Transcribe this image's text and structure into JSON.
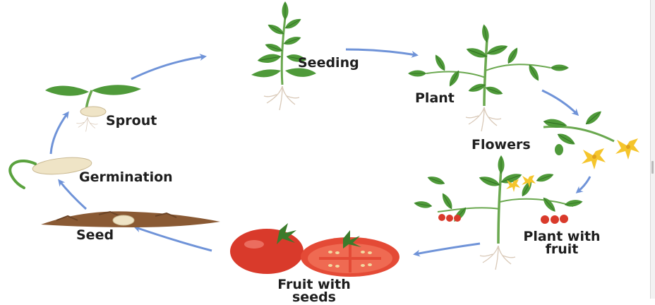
{
  "labels": {
    "seeding": "Seeding",
    "plant": "Plant",
    "flowers": "Flowers",
    "plant_with_fruit_line1": "Plant with",
    "plant_with_fruit_line2": "fruit",
    "fruit_with_seeds_line1": "Fruit with",
    "fruit_with_seeds_line2": "seeds",
    "seed": "Seed",
    "germination": "Germination",
    "sprout": "Sprout"
  },
  "colors": {
    "arrow": "#6f93d8",
    "leaf": "#4f9a3a",
    "leaf_dark": "#3b7b2b",
    "stem": "#6aa84f",
    "root": "#d9c9b8",
    "tomato": "#d93a2b",
    "flower": "#f5c52c",
    "soil": "#8a5a34",
    "seed": "#efe4c6"
  }
}
